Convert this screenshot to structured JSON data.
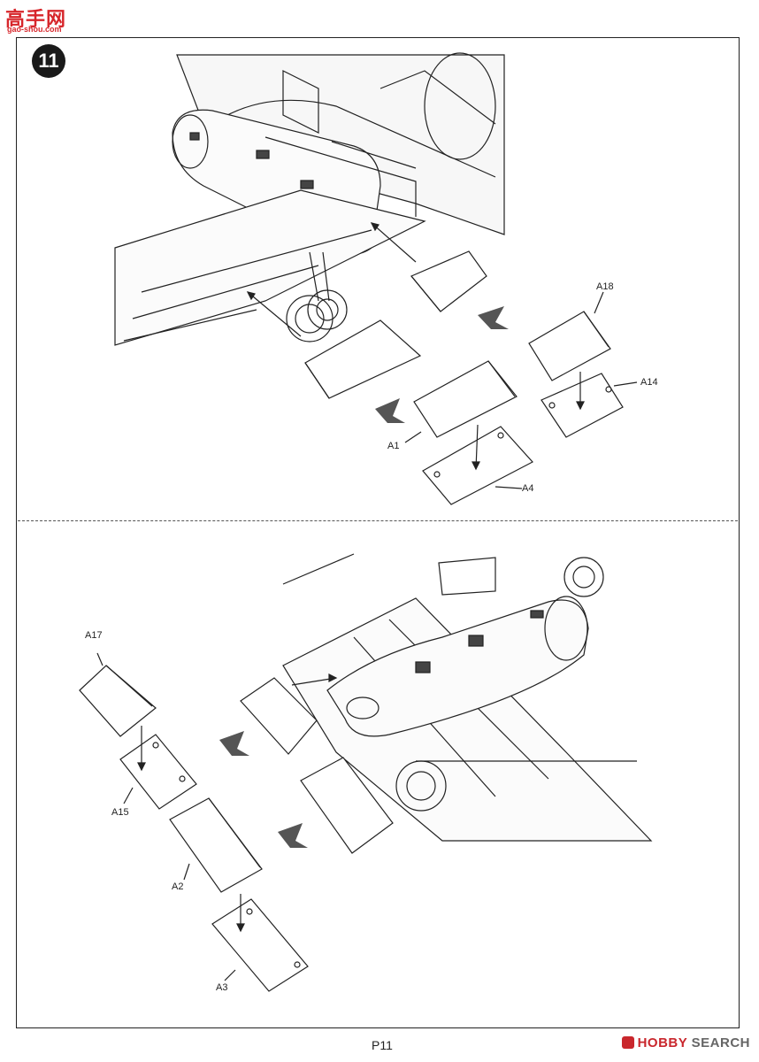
{
  "watermark": {
    "cn": "高手网",
    "url": "gao-shou.com"
  },
  "step": {
    "number": "11"
  },
  "parts": {
    "a18": "A18",
    "a14": "A14",
    "a1": "A1",
    "a4": "A4",
    "a17": "A17",
    "a15": "A15",
    "a2": "A2",
    "a3": "A3"
  },
  "footer": {
    "page": "P11",
    "brand_red": "HOBBY",
    "brand_gray": "SEARCH"
  },
  "colors": {
    "line": "#222222",
    "arrow": "#555555",
    "brand": "#c9272d"
  }
}
